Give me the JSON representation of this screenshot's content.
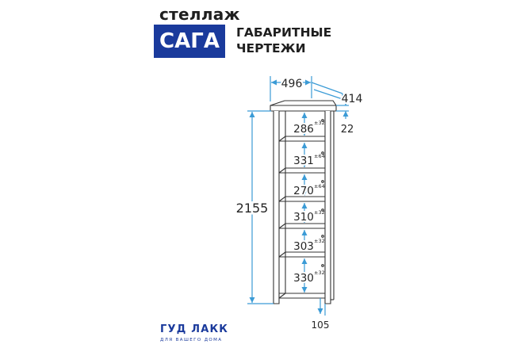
{
  "header": {
    "label_small": "стеллаж",
    "brand": "САГА",
    "subtitle_line1": "ГАБАРИТНЫЕ",
    "subtitle_line2": "ЧЕРТЕЖИ"
  },
  "dimensions": {
    "width": "496",
    "depth": "414",
    "height": "2155",
    "top_thickness": "22",
    "base_height": "105",
    "shelves": [
      {
        "value": "286",
        "tol": "±32"
      },
      {
        "value": "331",
        "tol": "±64"
      },
      {
        "value": "270",
        "tol": "±64"
      },
      {
        "value": "310",
        "tol": "±32"
      },
      {
        "value": "303",
        "tol": "±32"
      },
      {
        "value": "330",
        "tol": "±32"
      }
    ]
  },
  "logo": {
    "name": "ГУД ЛАКК",
    "tagline": "ДЛЯ ВАШЕГО ДОМА"
  },
  "colors": {
    "brand_blue": "#1a3a9c",
    "dimension_blue": "#3b9bd6",
    "outline": "#333333"
  }
}
